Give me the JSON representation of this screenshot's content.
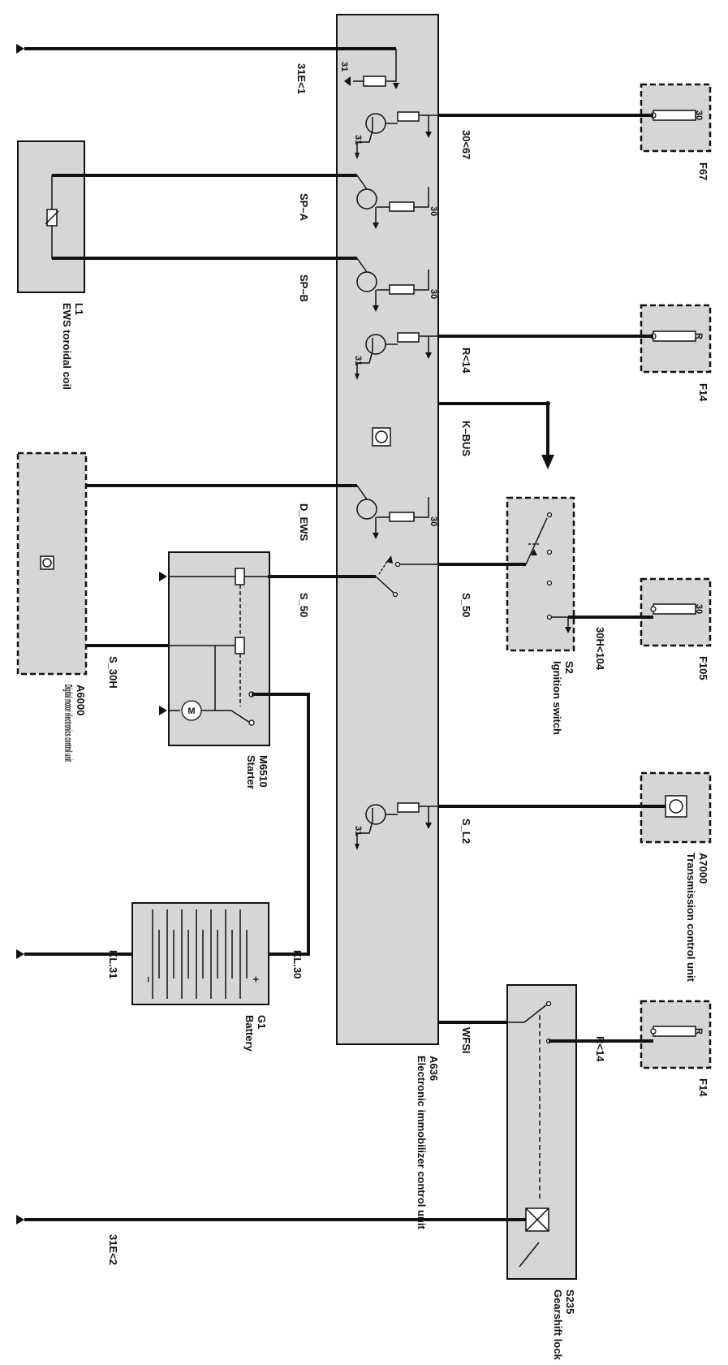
{
  "components": {
    "a636": {
      "id": "A636",
      "name": "Electronic immobilizer control unit"
    },
    "l1": {
      "id": "L1",
      "name": "EWS toroidal coil"
    },
    "a6000": {
      "id": "A6000",
      "name": "Digital motor electronics control unit"
    },
    "m6510": {
      "id": "M6510",
      "name": "Starter"
    },
    "g1": {
      "id": "G1",
      "name": "Battery"
    },
    "s2": {
      "id": "S2",
      "name": "Ignition switch"
    },
    "s235": {
      "id": "S235",
      "name": "Gearshift lock"
    },
    "a7000": {
      "id": "A7000",
      "name": "Transmission control unit"
    },
    "f67": {
      "id": "F67",
      "terminal": "30"
    },
    "f14_top": {
      "id": "F14",
      "terminal": "R"
    },
    "f105": {
      "id": "F105",
      "terminal": "30"
    },
    "f14_bottom": {
      "id": "F14",
      "terminal": "R"
    }
  },
  "signals": {
    "ground_1": "31E<1",
    "v30_67": "30<67",
    "sp_a": "SP–A",
    "sp_b": "SP–B",
    "r_14_top": "R<14",
    "k_bus": "K–BUS",
    "d_ews": "D_EWS",
    "s_50_left": "S_50",
    "s_50_right": "S_50",
    "v30h_104": "30H<104",
    "s_30h": "S_30H",
    "s_l2": "S_L2",
    "kl_31": "KL.31",
    "kl_30": "KL.30",
    "wfsi": "WFSI",
    "r_14_bottom": "R<14",
    "ground_2": "31E<2"
  },
  "terminals": {
    "t31": "31",
    "t30": "30"
  },
  "symbols": {
    "battery_minus": "–",
    "battery_plus": "+",
    "motor": "M"
  }
}
